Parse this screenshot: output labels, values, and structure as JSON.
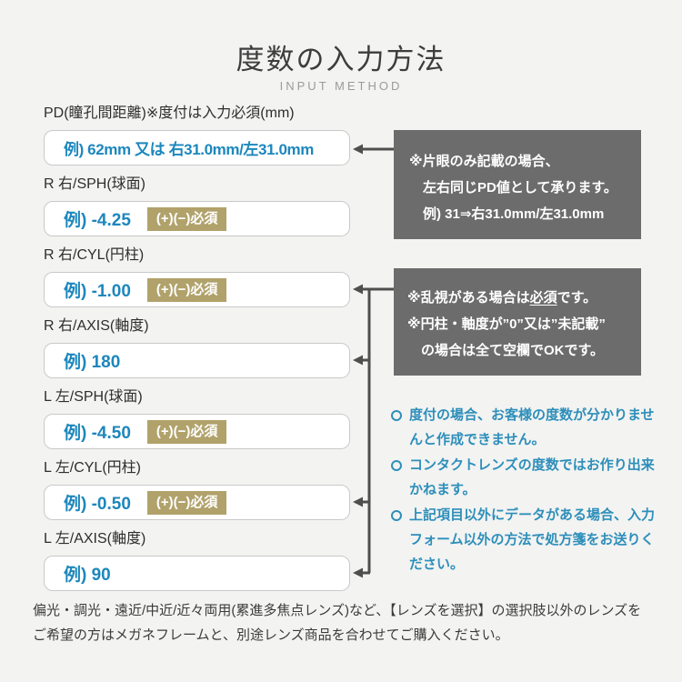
{
  "header": {
    "title": "度数の入力方法",
    "subtitle": "INPUT METHOD"
  },
  "fields": [
    {
      "label": "PD(瞳孔間距離)※度付は入力必須(mm)",
      "example": "例) 62mm 又は 右31.0mm/左31.0mm"
    },
    {
      "label": "R 右/SPH(球面)",
      "example": "例) -4.25",
      "badge": "(+)(−)必須"
    },
    {
      "label": "R 右/CYL(円柱)",
      "example": "例) -1.00",
      "badge": "(+)(−)必須"
    },
    {
      "label": "R 右/AXIS(軸度)",
      "example": "例) 180"
    },
    {
      "label": "L 左/SPH(球面)",
      "example": "例) -4.50",
      "badge": "(+)(−)必須"
    },
    {
      "label": "L 左/CYL(円柱)",
      "example": "例) -0.50",
      "badge": "(+)(−)必須"
    },
    {
      "label": "L 左/AXIS(軸度)",
      "example": "例) 90"
    }
  ],
  "pd_note": {
    "line1": "※片眼のみ記載の場合、",
    "line2": "左右同じPD値として承ります。",
    "line3": "例) 31⇒右31.0mm/左31.0mm"
  },
  "cyl_note": {
    "line1_pre": "※乱視がある場合は",
    "line1_em": "必須",
    "line1_post": "です。",
    "line2": "※円柱・軸度が”0”又は”未記載”",
    "line3": "の場合は全て空欄でOKです。"
  },
  "bullets": [
    "度付の場合、お客様の度数が分かりませんと作成できません。",
    "コンタクトレンズの度数ではお作り出来かねます。",
    "上記項目以外にデータがある場合、入力フォーム以外の方法で処方箋をお送りください。"
  ],
  "footer": "偏光・調光・遠近/中近/近々両用(累進多焦点レンズ)など、【レンズを選択】の選択肢以外のレンズをご希望の方はメガネフレームと、別途レンズ商品を合わせてご購入ください。",
  "colors": {
    "background": "#f3f3f2",
    "accent_blue": "#1c87bd",
    "badge_gold": "#b1a26b",
    "note_gray": "#6c6c6c",
    "bullet_teal": "#2d8fba",
    "arrow_gray": "#4f4f4f"
  }
}
